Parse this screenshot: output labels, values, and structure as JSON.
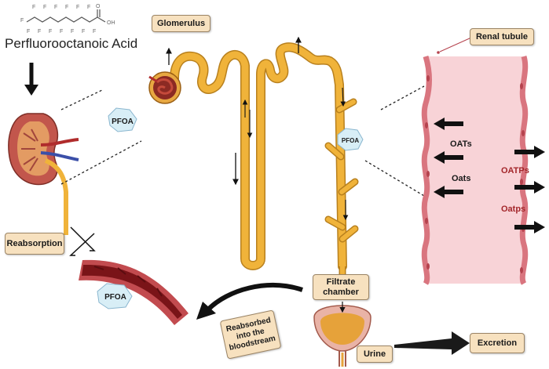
{
  "compound": {
    "name": "Perfluorooctanoic Acid",
    "acid_group": "OH",
    "fluorine": "F",
    "oxygen": "O"
  },
  "labels": {
    "glomerulus": "Glomerulus",
    "renal_tubule": "Renal tubule",
    "reabsorption": "Reabsorption",
    "filtrate_chamber": "Filtrate chamber",
    "reabsorbed": "Reabsorbed into the bloodstream",
    "urine": "Urine",
    "excretion": "Excretion"
  },
  "pfoa": {
    "near_kidney": "PFOA",
    "tubule": "PFOA",
    "vessel": "PFOA"
  },
  "transporters": {
    "oats_upper": "OATs",
    "oats_lower": "Oats",
    "oatps_upper": "OATPs",
    "oatps_lower": "Oatps"
  },
  "colors": {
    "tubule": "#f0b33a",
    "tubule_outline": "#b8801e",
    "renal_tubule_fill": "#f8d3d7",
    "renal_tubule_border": "#d9757f",
    "vessel_outer": "#c24b4f",
    "vessel_inner": "#7a1418",
    "label_fill": "#f7e1bf",
    "transporter_text": "#a3262a"
  }
}
